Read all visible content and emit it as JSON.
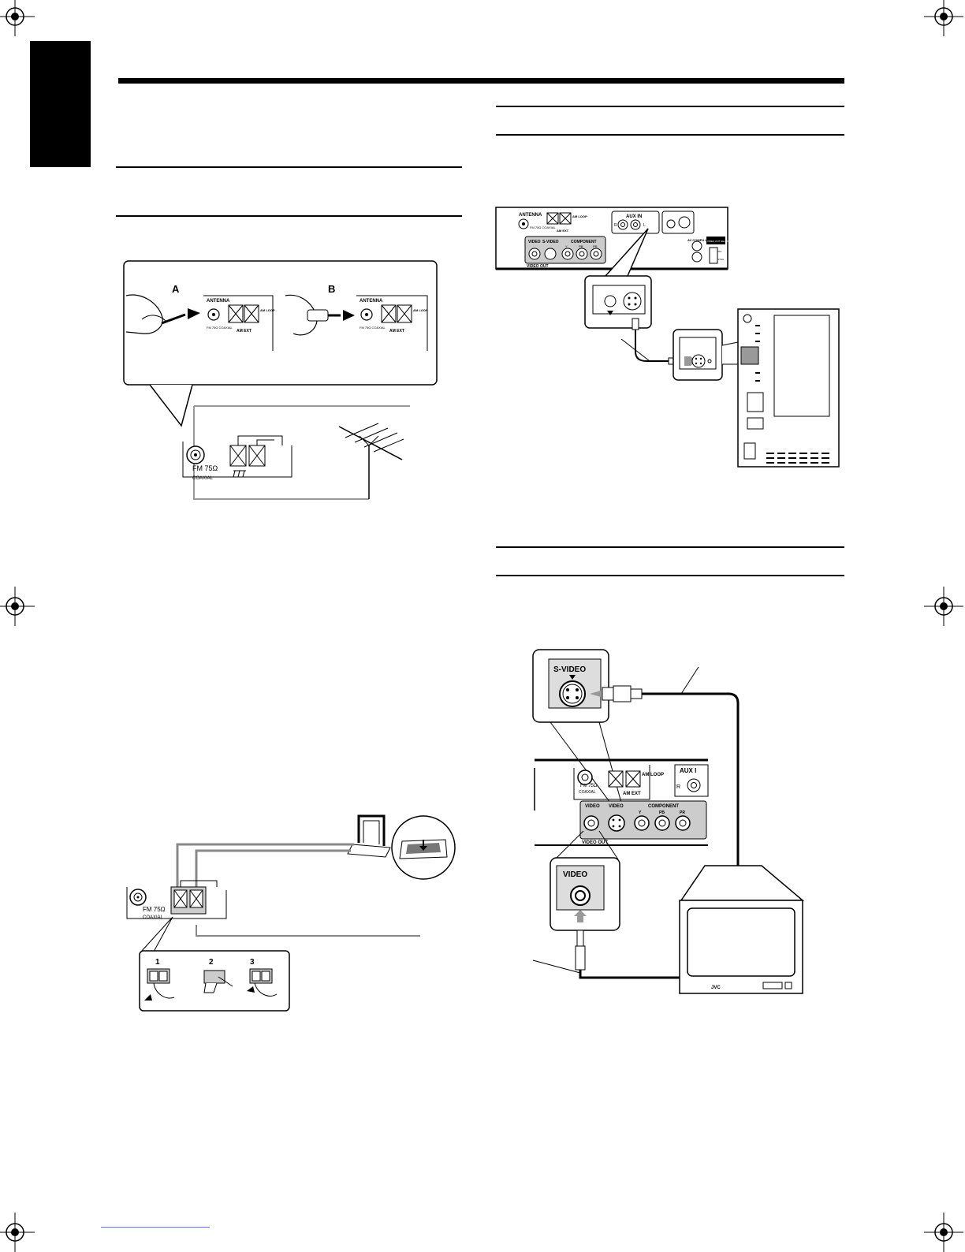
{
  "fm_antenna_figure": {
    "label_a": "A",
    "label_b": "B",
    "panel_antenna": "ANTENNA",
    "panel_fm_coaxial": "FM 75Ω COAXIAL",
    "panel_am_ext": "AM EXT",
    "panel_am_loop": "AM LOOP",
    "terminal_fm": "FM 75Ω",
    "terminal_coaxial": "COAXIAL"
  },
  "am_antenna_figure": {
    "terminal_fm": "FM 75Ω",
    "terminal_coaxial": "COAXIAL",
    "step_1": "1",
    "step_2": "2",
    "step_3": "3"
  },
  "compu_link_figure": {
    "antenna": "ANTENNA",
    "fm_coaxial": "FM 75Ω COAXIAL",
    "am_loop": "AM LOOP",
    "am_ext": "AM EXT",
    "aux_in": "AUX IN",
    "aux_r": "R",
    "aux_l": "L",
    "video": "VIDEO",
    "s_video": "S-VIDEO",
    "component": "COMPONENT",
    "comp_y": "Y",
    "comp_pb": "PB",
    "comp_pr": "PR",
    "video_out": "VIDEO OUT",
    "av_compu_link": "AV COMPU LINK",
    "video_out_select": "VIDEO OUT SELECT",
    "pal": "PAL",
    "ntsc": "NTSC"
  },
  "tv_figure": {
    "s_video_zoom": "S-VIDEO",
    "am_loop": "AM LOOP",
    "am_ext": "AM EXT",
    "aux": "AUX I",
    "aux_r": "R",
    "fm_75": "FM 75Ω",
    "coaxial": "COAXIAL",
    "video": "VIDEO",
    "s_video": "VIDEO",
    "component": "COMPONENT",
    "comp_y": "Y",
    "comp_pb": "PB",
    "comp_pr": "PR",
    "video_out": "VIDEO OUT",
    "video_zoom": "VIDEO",
    "tv_brand": "JVC"
  }
}
